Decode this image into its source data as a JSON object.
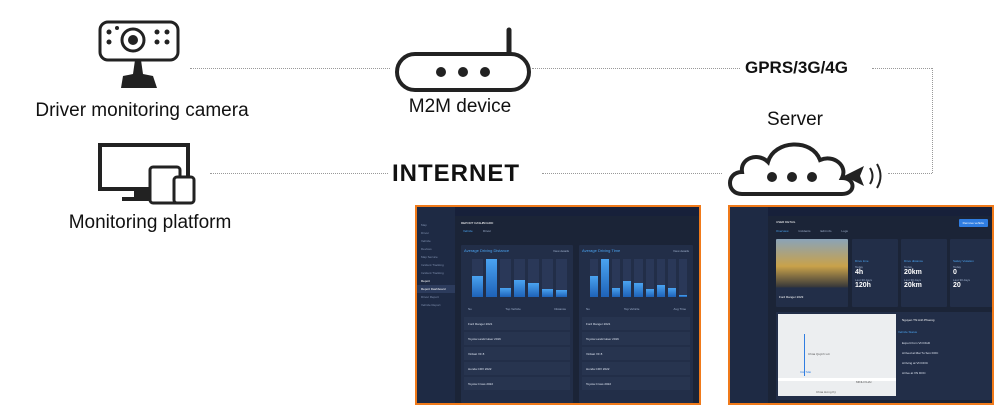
{
  "nodes": {
    "camera": "Driver monitoring camera",
    "m2m": "M2M device",
    "network": "GPRS/3G/4G",
    "server": "Server",
    "internet": "INTERNET",
    "platform": "Monitoring platform"
  },
  "colors": {
    "accent": "#f07a1a",
    "dark_bg": "#1b2437",
    "bar": "#4aa3f0"
  },
  "report": {
    "title": "REPORT DASHBOARD",
    "tabs": [
      "Vehicle",
      "Driver"
    ],
    "chart1": {
      "title": "Average Driving Distance",
      "button": "View details",
      "values": [
        55,
        100,
        25,
        45,
        38,
        22,
        18
      ]
    },
    "chart2": {
      "title": "Average Driving Time",
      "button": "View details",
      "values": [
        55,
        100,
        25,
        42,
        36,
        22,
        32,
        25,
        5
      ]
    },
    "col_no": "No",
    "col_vehicle": "Top Vehicle",
    "col_dist": "Distance",
    "col_time": "Avg Time",
    "vehicles": [
      "Ford Ranger 2021",
      "Toyota Landcruiser 2016",
      "Vinfast VF 8",
      "Honda CRV 2022",
      "Toyota Cross 2022"
    ],
    "sidebar": [
      "Map",
      "Driver",
      "Vehicle",
      "Devices",
      "Map Service",
      "Incident Tracking",
      "Incident Tracking",
      "Report",
      "Report Dashboard",
      "Driver Report",
      "Vehicle Report"
    ]
  },
  "detail": {
    "title": "USER DETAIL",
    "button": "Remove vehicle",
    "tabs": [
      "Overview",
      "Incidents",
      "Edit info",
      "Logs"
    ],
    "vehicle": "Ford Ranger 2023",
    "stats": [
      {
        "label": "Drive time",
        "today": "4h",
        "last": "120h"
      },
      {
        "label": "Drive distance",
        "today": "20km",
        "last": "20km"
      },
      {
        "label": "Safety Violation",
        "today": "0",
        "last": "20"
      }
    ],
    "today_label": "Today",
    "last_label": "Last 30 days",
    "driver": "Nguyen Thi Anh Phuong",
    "status_title": "Vehicle Status",
    "statuses": [
      "Export from VN DGD",
      "Arrived at Mai Tu Son DOC",
      "Arriving at VN DOC",
      "Arrive at VN DOC"
    ],
    "map_labels": [
      "Chùa Quỳnh Lôi",
      "Cây Mai",
      "MINH KHAI",
      "Chùa Hưng Ký"
    ]
  }
}
